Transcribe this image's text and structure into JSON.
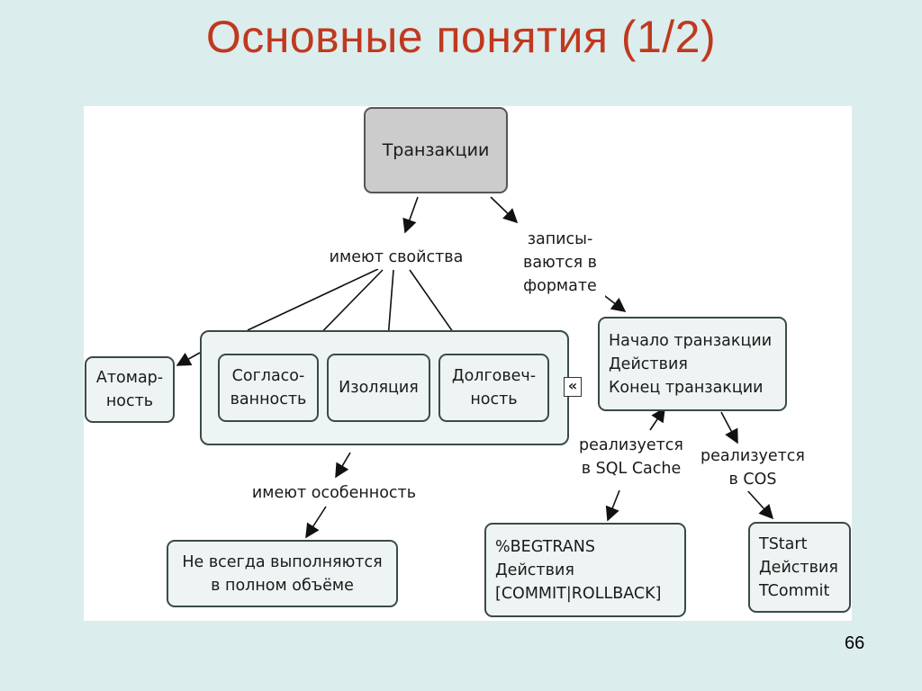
{
  "slide": {
    "title": "Основные понятия (1/2)",
    "page_number": "66"
  },
  "diagram": {
    "nodes": {
      "transactions": "Транзакции",
      "atomicity": "Атомар-\nность",
      "consistency": "Согласо-\nванность",
      "isolation": "Изоляция",
      "durability": "Долговеч-\nность",
      "not_always": "Не всегда выполняются\nв полном объёме",
      "format": "Начало транзакции\nДействия\nКонец транзакции",
      "sql_cache": "%BEGTRANS\nДействия\n[COMMIT|ROLLBACK]",
      "cos": "TStart\nДействия\nTCommit"
    },
    "links": {
      "have_properties": "имеют свойства",
      "recorded_in_format": "записы-\nваются в\nформате",
      "have_feature": "имеют особенность",
      "implemented_sql_cache": "реализуется\nв SQL Cache",
      "implemented_cos": "реализуется\nв COS"
    },
    "collapse_glyph": "«"
  }
}
